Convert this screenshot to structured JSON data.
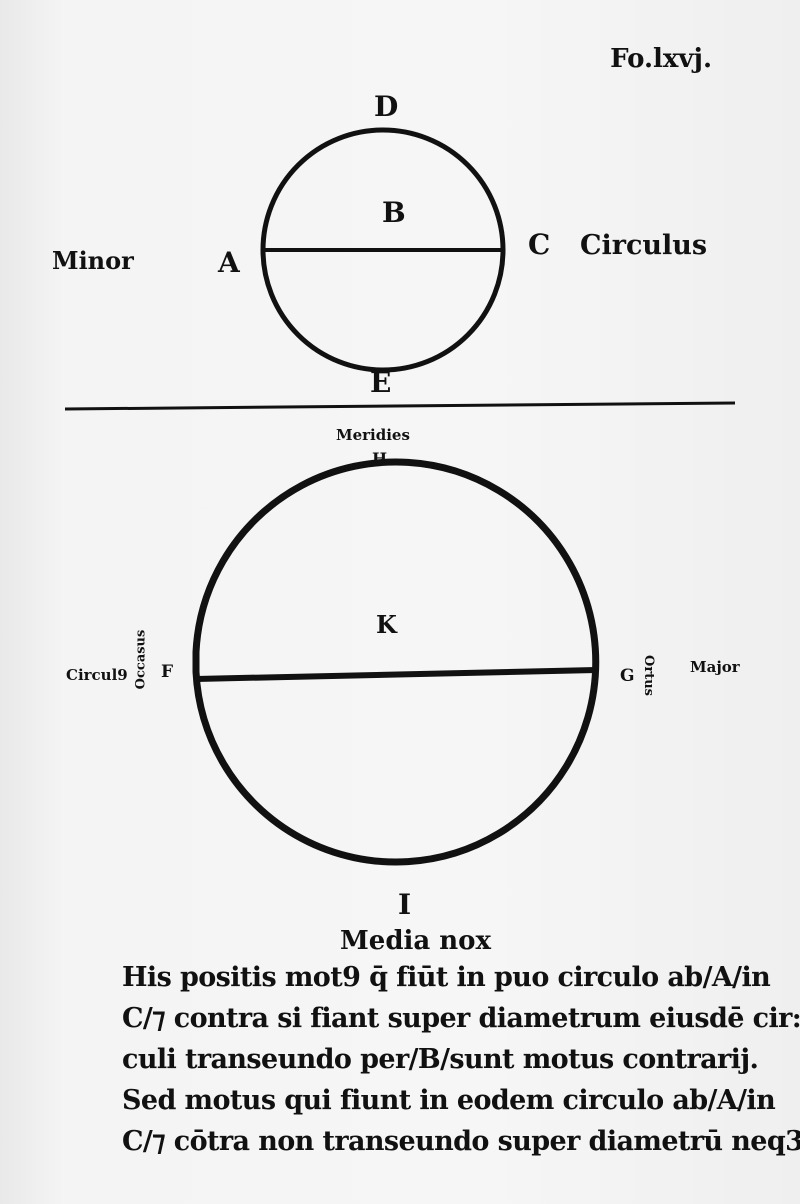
{
  "folio": "Fo.lxvj.",
  "upper_figure": {
    "top": "D",
    "center": "B",
    "left_word": "Minor",
    "left": "A",
    "right": "C",
    "right_word": "Circulus",
    "bottom": "E"
  },
  "lower_figure": {
    "top_word": "Meridies",
    "top": "H",
    "center": "K",
    "left_word": "Circul9",
    "left_vertical": "Occasus",
    "left": "F",
    "right": "G",
    "right_vertical": "Ortus",
    "right_word": "Major",
    "bottom": "I",
    "bottom_word": "Media nox"
  },
  "body_text": [
    "His positis mot9 q̄ fiūt in puo circulo ab/A/in",
    "C/⁊ contra si fiant super diametrum eiusdē cir:",
    "culi transeundo per/B/sunt motus contrarij.",
    "Sed motus qui fiunt in eodem circulo ab/A/in",
    "C/⁊ cōtra non transeundo super diametrū neq3"
  ]
}
